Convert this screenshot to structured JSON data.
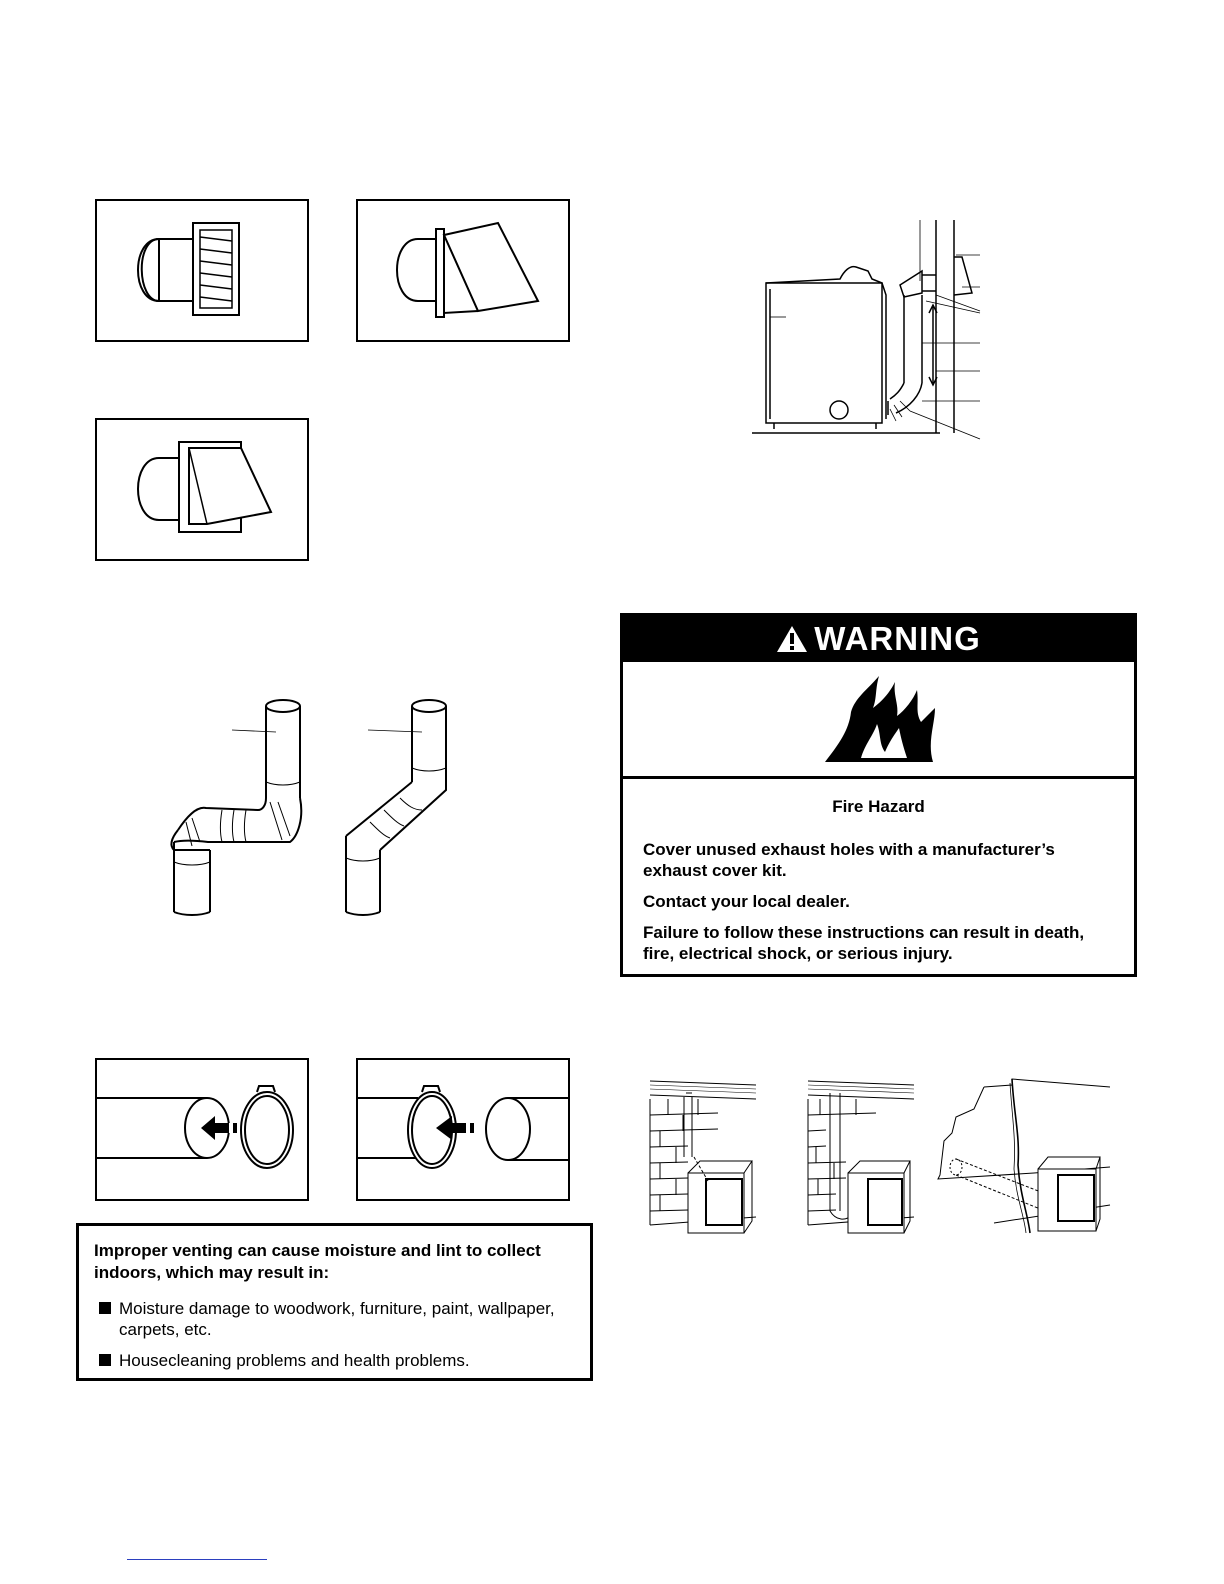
{
  "warning": {
    "header": "WARNING",
    "hazard_title": "Fire Hazard",
    "lines": [
      "Cover unused exhaust holes with a manufacturer’s exhaust cover kit.",
      "Contact your local dealer.",
      "Failure to follow these instructions can result in death, fire, electrical shock, or serious injury."
    ]
  },
  "note": {
    "heading": "Improper venting can cause moisture and lint to collect indoors, which may result in:",
    "items": [
      "Moisture damage to woodwork, furniture, paint, wallpaper, carpets, etc.",
      "Housecleaning problems and health problems."
    ]
  },
  "icons": {
    "warning_triangle": "warning-triangle-icon",
    "fire": "fire-icon",
    "bullet": "square-bullet"
  }
}
